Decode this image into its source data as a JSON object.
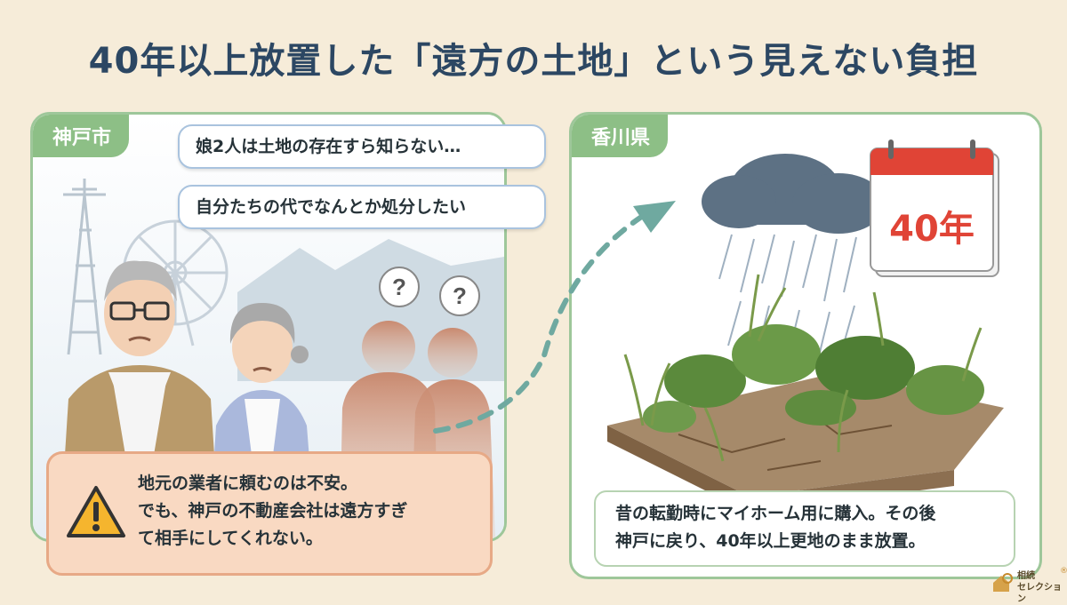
{
  "title": "40年以上放置した「遠方の土地」という見えない負担",
  "left_panel": {
    "tab": "神戸市",
    "bubbles": [
      "娘2人は土地の存在すら知らない…",
      "自分たちの代でなんとか処分したい"
    ],
    "question_marks": [
      "?",
      "?"
    ],
    "warning": {
      "icon": "warning-triangle-icon",
      "lines": [
        "地元の業者に頼むのは不安。",
        "でも、神戸の不動産会社は遠方すぎ",
        "て相手にしてくれない。"
      ]
    }
  },
  "right_panel": {
    "tab": "香川県",
    "calendar_label": "40年",
    "description_lines": [
      "昔の転勤時にマイホーム用に購入。その後",
      "神戸に戻り、40年以上更地のまま放置。"
    ]
  },
  "logo": {
    "line1": "相続",
    "line2": "セレクション",
    "mark": "®"
  },
  "colors": {
    "title": "#2c4763",
    "panel_border": "#9ec79a",
    "tab": "#8dbf86",
    "warning_bg": "#f9d9c2",
    "calendar_red": "#e04436"
  }
}
